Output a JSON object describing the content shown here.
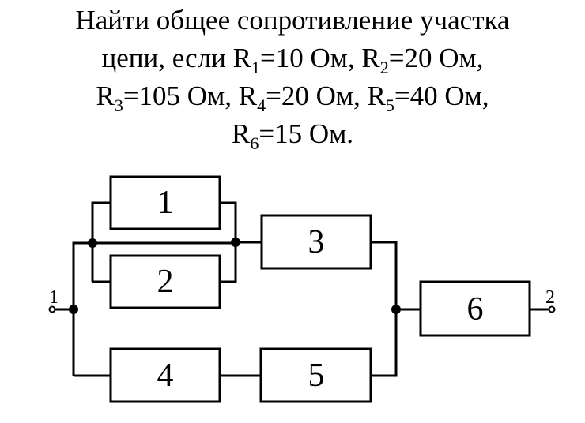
{
  "problem": {
    "line1": "Найти общее сопротивление участка",
    "line2_prefix": "цепи, если R",
    "r1": {
      "sub": "1",
      "value": "=10 Ом,"
    },
    "r2": {
      "letter": "R",
      "sub": "2",
      "value": "=20 Ом,"
    },
    "r3": {
      "letter": "R",
      "sub": "3",
      "value": "=105 Ом,"
    },
    "r4": {
      "letter": "R",
      "sub": "4",
      "value": "=20 Ом,"
    },
    "r5": {
      "letter": "R",
      "sub": "5",
      "value": "=40 Ом,"
    },
    "r6": {
      "letter": "R",
      "sub": "6",
      "value": "=15 Ом."
    }
  },
  "circuit": {
    "resistors": [
      "1",
      "2",
      "3",
      "4",
      "5",
      "6"
    ],
    "terminals": [
      "1",
      "2"
    ]
  },
  "colors": {
    "ink": "#000000",
    "background": "#ffffff"
  }
}
